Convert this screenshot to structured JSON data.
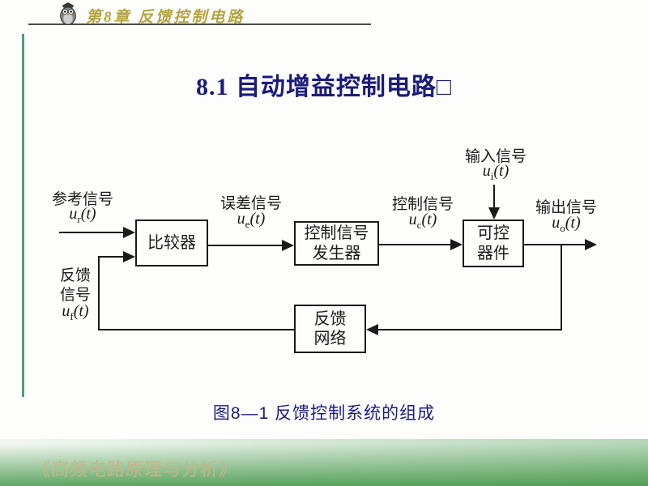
{
  "header": {
    "chapter": "第8章  反馈控制电路"
  },
  "title": "8.1  自动增益控制电路□",
  "blocks": {
    "comparator": {
      "line1": "比较器"
    },
    "generator": {
      "line1": "控制信号",
      "line2": "发生器"
    },
    "device": {
      "line1": "可控",
      "line2": "器件"
    },
    "feedback_network": {
      "line1": "反馈",
      "line2": "网络"
    }
  },
  "signals": {
    "reference": {
      "name": "参考信号",
      "base": "u",
      "sub": "r",
      "arg": "(t)"
    },
    "error": {
      "name": "误差信号",
      "base": "u",
      "sub": "e",
      "arg": "(t)"
    },
    "control": {
      "name": "控制信号",
      "base": "u",
      "sub": "c",
      "arg": "(t)"
    },
    "input": {
      "name": "输入信号",
      "base": "u",
      "sub": "i",
      "arg": "(t)"
    },
    "output": {
      "name": "输出信号",
      "base": "u",
      "sub": "o",
      "arg": "(t)"
    },
    "feedback": {
      "name_line1": "反馈",
      "name_line2": "信号",
      "base": "u",
      "sub": "f",
      "arg": "(t)"
    }
  },
  "caption": "图8—1 反馈控制系统的组成",
  "footer": "《高频电路原理与分析》",
  "colors": {
    "title_navy": "#1b1b7d",
    "header_gold": "#b3a33f",
    "footer_tan": "#c6b587",
    "accent_green": "#4a9b7c",
    "bottom_green": "#2f8b34",
    "diagram_ink": "#1a1a1a"
  }
}
